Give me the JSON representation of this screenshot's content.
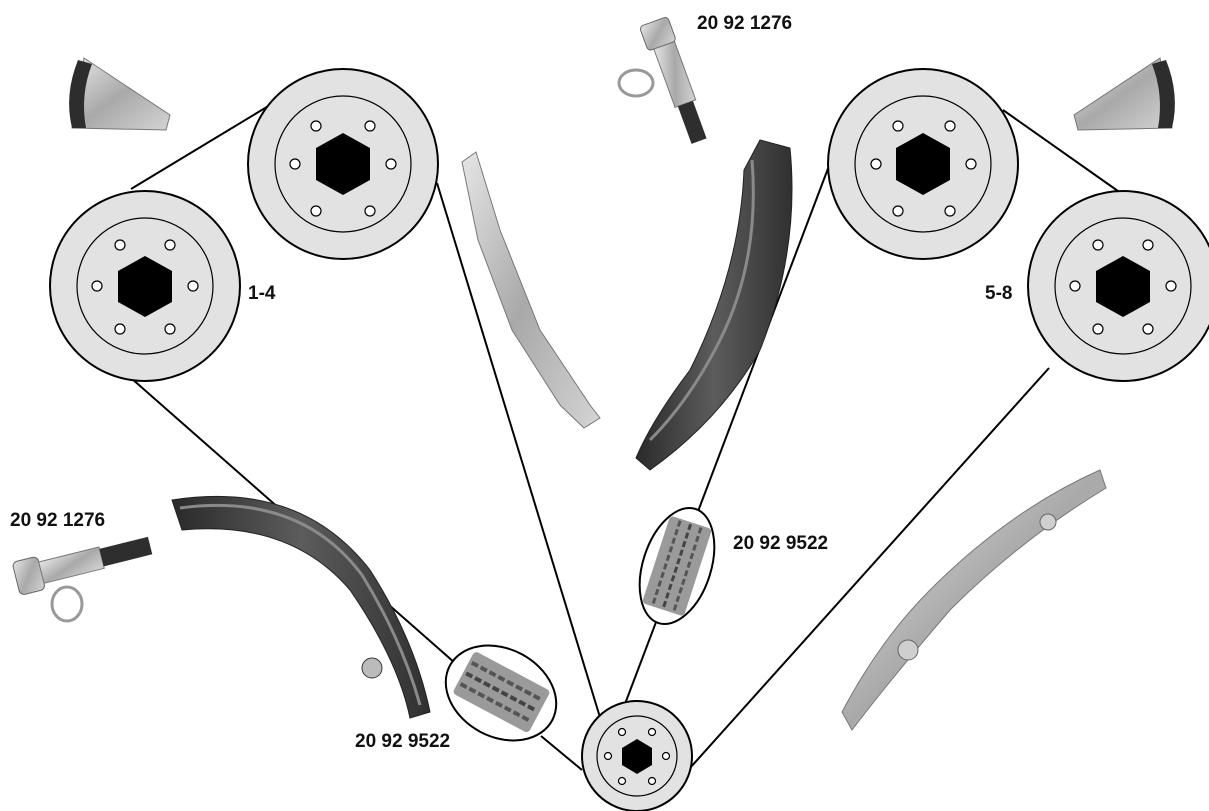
{
  "labels": {
    "cyl_left": "1-4",
    "cyl_right": "5-8",
    "tensioner_top": "20 92 1276",
    "tensioner_left": "20 92 1276",
    "chain_link_right": "20 92 9522",
    "chain_link_bottom": "20 92 9522"
  },
  "colors": {
    "sprocket_fill": "#e2e2e2",
    "chain_line": "#000000",
    "part_metal": "#b9b9b9",
    "part_plastic": "#3a3a3a"
  }
}
